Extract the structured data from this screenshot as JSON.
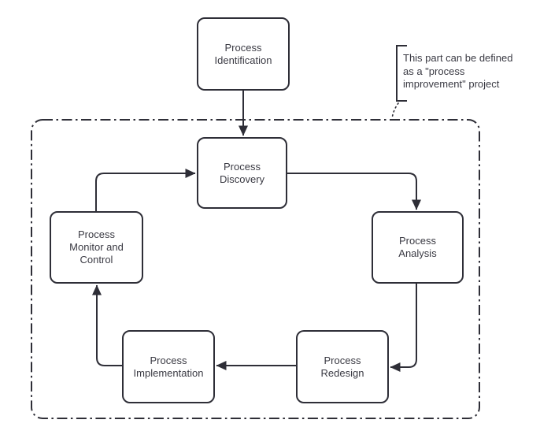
{
  "nodes": {
    "identification": {
      "label": "Process\nIdentification"
    },
    "discovery": {
      "label": "Process\nDiscovery"
    },
    "analysis": {
      "label": "Process\nAnalysis"
    },
    "redesign": {
      "label": "Process\nRedesign"
    },
    "implementation": {
      "label": "Process\nImplementation"
    },
    "monitor": {
      "label": "Process\nMonitor and\nControl"
    }
  },
  "annotation": {
    "text": "This part can be defined\nas a \"process\nimprovement\" project"
  },
  "edges": [
    {
      "from": "identification",
      "to": "discovery"
    },
    {
      "from": "discovery",
      "to": "analysis"
    },
    {
      "from": "analysis",
      "to": "redesign"
    },
    {
      "from": "redesign",
      "to": "implementation"
    },
    {
      "from": "implementation",
      "to": "monitor"
    },
    {
      "from": "monitor",
      "to": "discovery"
    }
  ],
  "colors": {
    "line": "#2e2e37",
    "text": "#3a3a43",
    "background": "#ffffff"
  }
}
